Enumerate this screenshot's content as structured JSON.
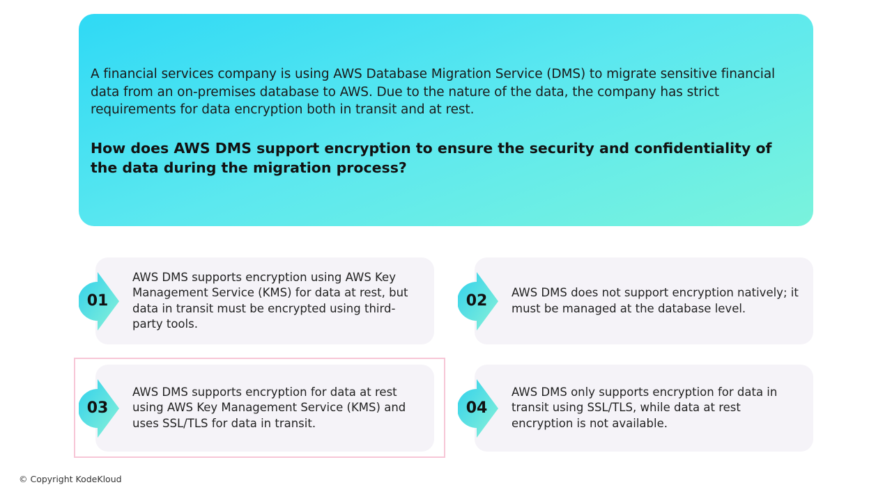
{
  "scenario": "A financial services company is using AWS Database Migration Service (DMS) to migrate sensitive financial data from an on-premises database to AWS. Due to the nature of the data, the company has strict requirements for data encryption both in transit and at rest.",
  "question": "How does AWS DMS support encryption to ensure the security and confidentiality of the data during the migration process?",
  "options": [
    {
      "number": "01",
      "text": "AWS DMS supports encryption using AWS Key Management Service (KMS) for data at rest, but data in transit must be encrypted using third-party tools."
    },
    {
      "number": "02",
      "text": "AWS DMS does not support encryption natively; it must be managed at the database level."
    },
    {
      "number": "03",
      "text": "AWS DMS supports encryption for data at rest using AWS Key Management Service (KMS) and uses SSL/TLS for data in transit."
    },
    {
      "number": "04",
      "text": "AWS DMS only supports encryption for data in transit using SSL/TLS, while data at rest encryption is not available."
    }
  ],
  "selected_option": "03",
  "colors": {
    "highlight": "#f7c6d6",
    "badge_start": "#2fd0ec",
    "badge_end": "#7ff0dc"
  },
  "footer": "© Copyright KodeKloud"
}
